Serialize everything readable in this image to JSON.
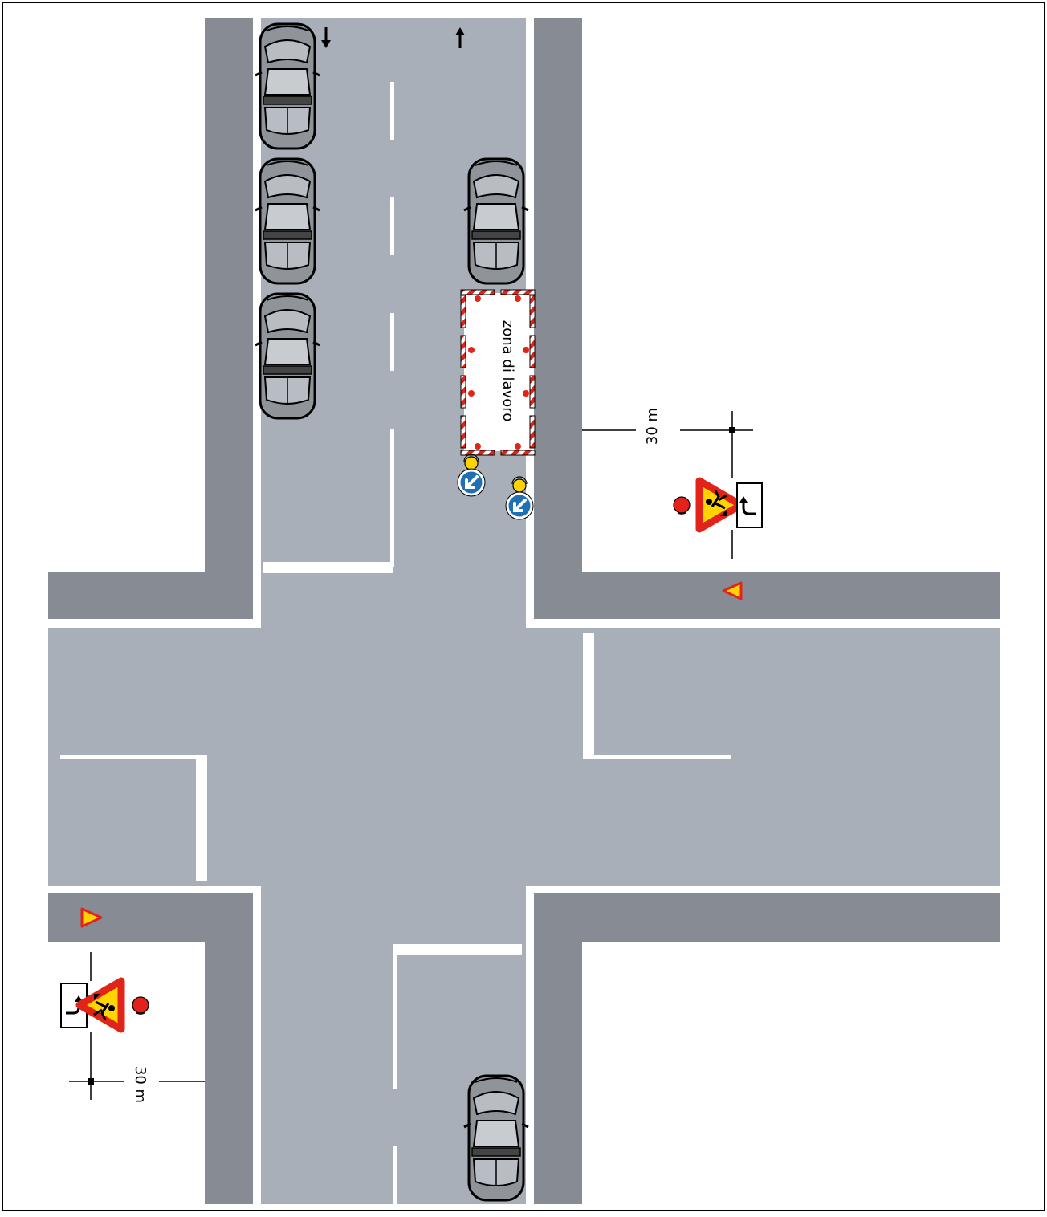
{
  "work_zone": {
    "label": "zona di lavoro"
  },
  "distances": {
    "north_sign": "30 m",
    "south_sign": "30 m"
  },
  "colors": {
    "sidewalk": "#878c94",
    "road": "#a8afb8",
    "marking": "#ffffff",
    "sign_red": "#e2231a",
    "sign_yellow": "#ffd400",
    "arrow_blue": "#1f6fb5",
    "car_body": "#8f949b",
    "outline": "#000000"
  },
  "icons": {
    "direction_down": "arrow-down-icon",
    "direction_up": "arrow-up-icon",
    "road_works": "road-works-sign-icon",
    "detour_panel": "curve-arrow-panel-icon",
    "warning_light": "red-warning-light-icon",
    "keep_left": "keep-left-arrow-icon",
    "flasher": "yellow-flasher-icon",
    "cone_marker": "triangle-marker-icon"
  }
}
